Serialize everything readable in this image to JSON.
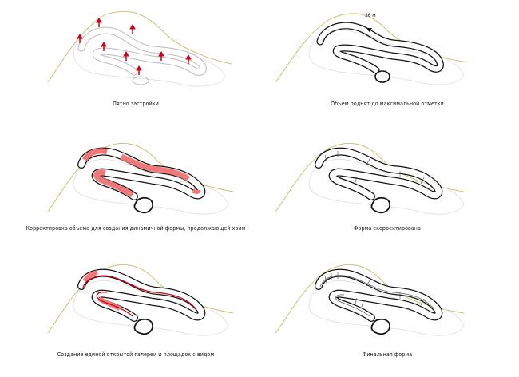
{
  "panels": [
    {
      "caption": "Пятно застройки"
    },
    {
      "caption": "Объем поднят до максимальной отметки",
      "marker": "36 м"
    },
    {
      "caption": "Корректировка объема для создания динамичной формы, продолжающей холм"
    },
    {
      "caption": "Форма скорректирована"
    },
    {
      "caption": "Создание единой открытой галереи и площадок с видом"
    },
    {
      "caption": "Финальная форма"
    }
  ],
  "colors": {
    "contour": "#c9c27a",
    "terrain": "#d8d8d8",
    "outline": "#111111",
    "accent_red": "#d0021b",
    "highlight": "#f07878"
  }
}
